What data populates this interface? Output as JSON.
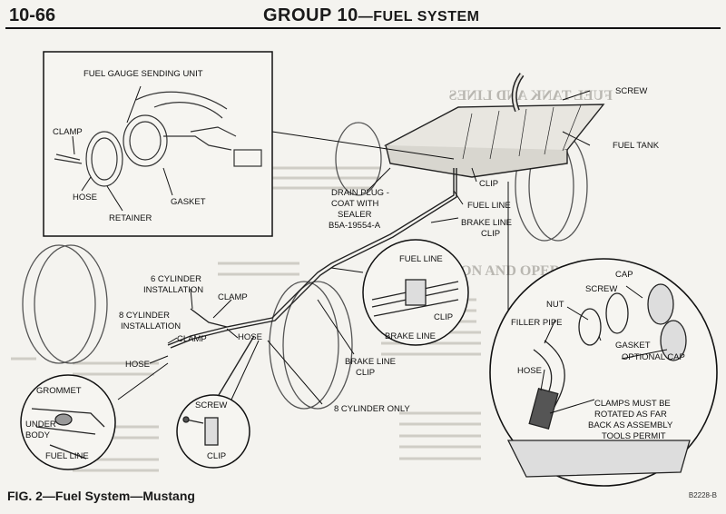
{
  "header": {
    "page_number": "10-66",
    "group_title": "GROUP 10",
    "group_subtitle": "—FUEL SYSTEM"
  },
  "labels": {
    "fuel_gauge_sending_unit": "FUEL GAUGE SENDING UNIT",
    "clamp_top": "CLAMP",
    "hose_top": "HOSE",
    "gasket_top": "GASKET",
    "retainer": "RETAINER",
    "screw_top": "SCREW",
    "fuel_tank": "FUEL TANK",
    "clip_top": "CLIP",
    "drain_plug_1": "DRAIN PLUG -",
    "drain_plug_2": "COAT WITH",
    "drain_plug_3": "SEALER",
    "drain_plug_4": "B5A-19554-A",
    "fuel_line_mid": "FUEL LINE",
    "brake_line_clip_1": "BRAKE LINE",
    "brake_line_clip_2": "CLIP",
    "six_cyl_1": "6 CYLINDER",
    "six_cyl_2": "INSTALLATION",
    "clamp_6cyl": "CLAMP",
    "eight_cyl_1": "8 CYLINDER",
    "eight_cyl_2": "INSTALLATION",
    "clamp_8cyl": "CLAMP",
    "hose_mid": "HOSE",
    "hose_left": "HOSE",
    "fuel_line_circle": "FUEL LINE",
    "clip_circle": "CLIP",
    "brake_line_circle": "BRAKE LINE",
    "brake_line_clip_low_1": "BRAKE LINE",
    "brake_line_clip_low_2": "CLIP",
    "eight_cyl_only": "8 CYLINDER ONLY",
    "grommet": "GROMMET",
    "under_body_1": "UNDER",
    "under_body_2": "BODY",
    "fuel_line_bottom": "FUEL LINE",
    "screw_bottom": "SCREW",
    "clip_bottom": "CLIP",
    "cap": "CAP",
    "screw_right": "SCREW",
    "nut": "NUT",
    "filler_pipe": "FILLER PIPE",
    "gasket_right": "GASKET",
    "hose_right": "HOSE",
    "optional_cap": "OPTIONAL CAP",
    "clamps_note_1": "CLAMPS MUST BE",
    "clamps_note_2": "ROTATED AS FAR",
    "clamps_note_3": "BACK AS ASSEMBLY",
    "clamps_note_4": "TOOLS PERMIT"
  },
  "background_text": {
    "heading_1": "FUEL TANK AND LINES",
    "heading_2": "DESCRIPTION AND OPERATION"
  },
  "figure": {
    "caption": "FIG. 2—Fuel System—Mustang",
    "code": "B2228-B"
  }
}
